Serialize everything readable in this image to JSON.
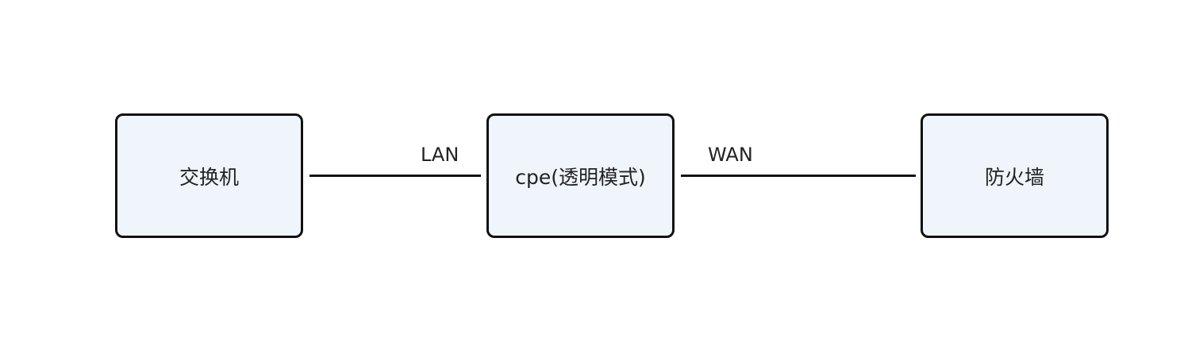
{
  "nodes": {
    "switch": {
      "label": "交换机"
    },
    "cpe": {
      "label": "cpe(透明模式)"
    },
    "firewall": {
      "label": "防火墙"
    }
  },
  "links": {
    "lan": {
      "label": "LAN"
    },
    "wan": {
      "label": "WAN"
    }
  },
  "colors": {
    "node_fill": "#f0f4fb",
    "stroke": "#111111",
    "text": "#222222",
    "background": "#ffffff"
  }
}
